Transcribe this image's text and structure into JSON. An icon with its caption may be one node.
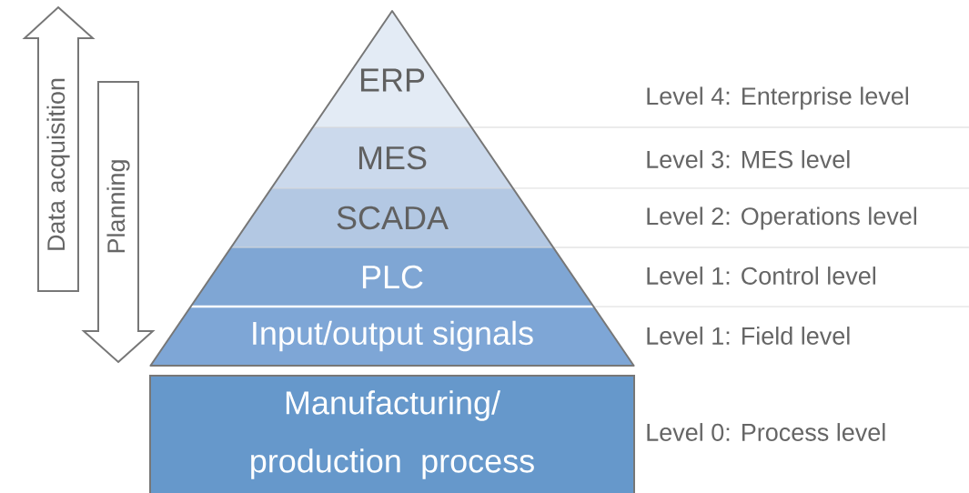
{
  "diagram": {
    "nodes": [
      {
        "text": [
          "ERP"
        ]
      },
      {
        "text": [
          "MES"
        ]
      },
      {
        "text": [
          "SCADA"
        ]
      },
      {
        "text": [
          "PLC"
        ]
      },
      {
        "text": [
          "Input/output signals"
        ]
      },
      {
        "text": [
          "Manufacturing/ production process"
        ]
      }
    ],
    "labels": [
      "Data acquisition",
      "Planning",
      "Level 4: Enterprise level",
      "Level 3: MES level",
      "Level 2: Operations level",
      "Level 1: Control level",
      "Level 1: Field level",
      "Level 0: Process level"
    ]
  }
}
